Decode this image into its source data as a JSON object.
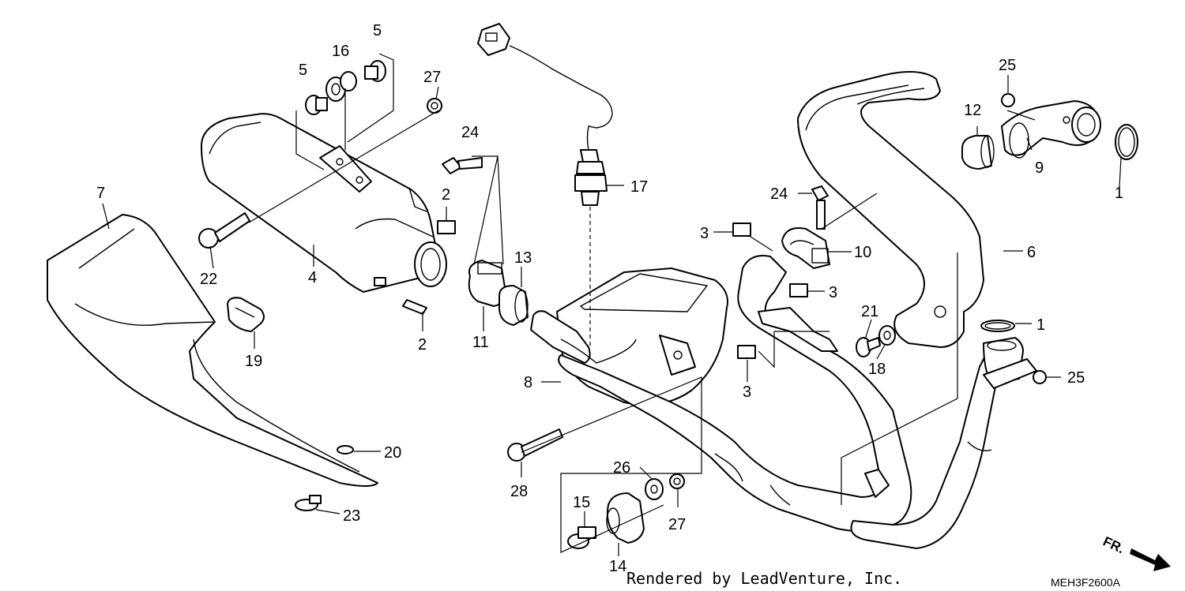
{
  "callouts": {
    "p1a": "1",
    "p1b": "1",
    "p2a": "2",
    "p2b": "2",
    "p3a": "3",
    "p3b": "3",
    "p3c": "3",
    "p4": "4",
    "p5a": "5",
    "p5b": "5",
    "p6": "6",
    "p7": "7",
    "p8": "8",
    "p9": "9",
    "p10": "10",
    "p11": "11",
    "p12": "12",
    "p13": "13",
    "p14": "14",
    "p15": "15",
    "p16": "16",
    "p17": "17",
    "p18": "18",
    "p19": "19",
    "p20": "20",
    "p21": "21",
    "p22": "22",
    "p23": "23",
    "p24a": "24",
    "p24b": "24",
    "p25a": "25",
    "p25b": "25",
    "p26": "26",
    "p27a": "27",
    "p27b": "27",
    "p28": "28"
  },
  "footer": {
    "rendered_by": "Rendered by LeadVenture, Inc.",
    "diagram_code": "MEH3F2600A",
    "front_label": "FR."
  }
}
